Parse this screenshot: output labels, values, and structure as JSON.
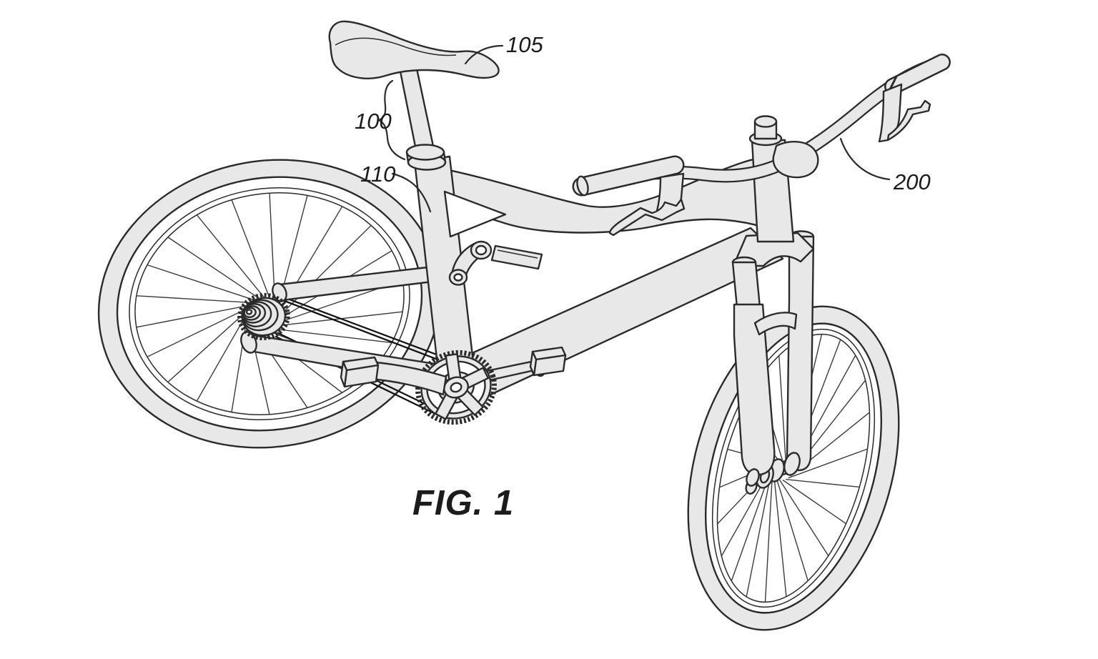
{
  "figure": {
    "caption": "FIG. 1",
    "labels": [
      {
        "text": "105",
        "target": "saddle"
      },
      {
        "text": "100",
        "target": "seat-post"
      },
      {
        "text": "110",
        "target": "frame"
      },
      {
        "text": "200",
        "target": "handlebar"
      }
    ]
  },
  "colors": {
    "background": "#ffffff",
    "part_fill": "#e8e8e8",
    "outline": "#2b2b2b",
    "chain": "#141414"
  }
}
